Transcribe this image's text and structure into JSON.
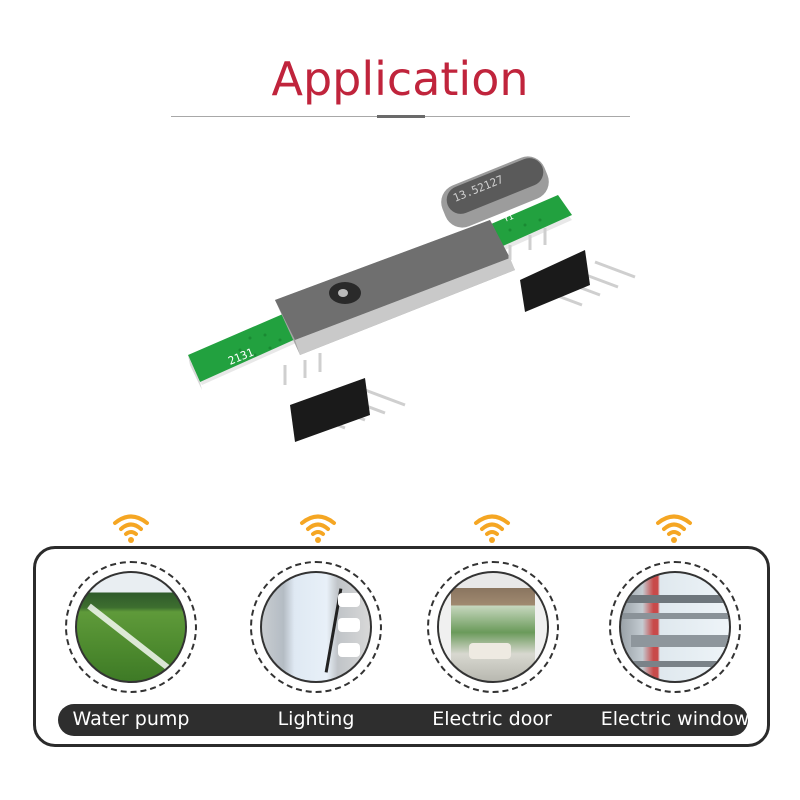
{
  "header": {
    "title": "Application"
  },
  "product": {
    "name": "RF receiver module",
    "board_marking": "2131",
    "crystal_marking": "13.52127",
    "board_label": "Y1",
    "colors": {
      "pcb": "#1f9a3c",
      "shield": "#8a8a8a",
      "pins": "#1a1a1a"
    }
  },
  "applications": {
    "items": [
      {
        "label": "Water pump",
        "icon": "wifi-icon",
        "image": "lawn-sprinkler"
      },
      {
        "label": "Lighting",
        "icon": "wifi-icon",
        "image": "ceiling-light"
      },
      {
        "label": "Electric door",
        "icon": "wifi-icon",
        "image": "garage-door"
      },
      {
        "label": "Electric window",
        "icon": "wifi-icon",
        "image": "window-opener"
      }
    ]
  },
  "colors": {
    "title": "#c0243c",
    "wifi": "#f5a623",
    "frame": "#2b2b2b",
    "label_bar": "#2e2e2e"
  }
}
